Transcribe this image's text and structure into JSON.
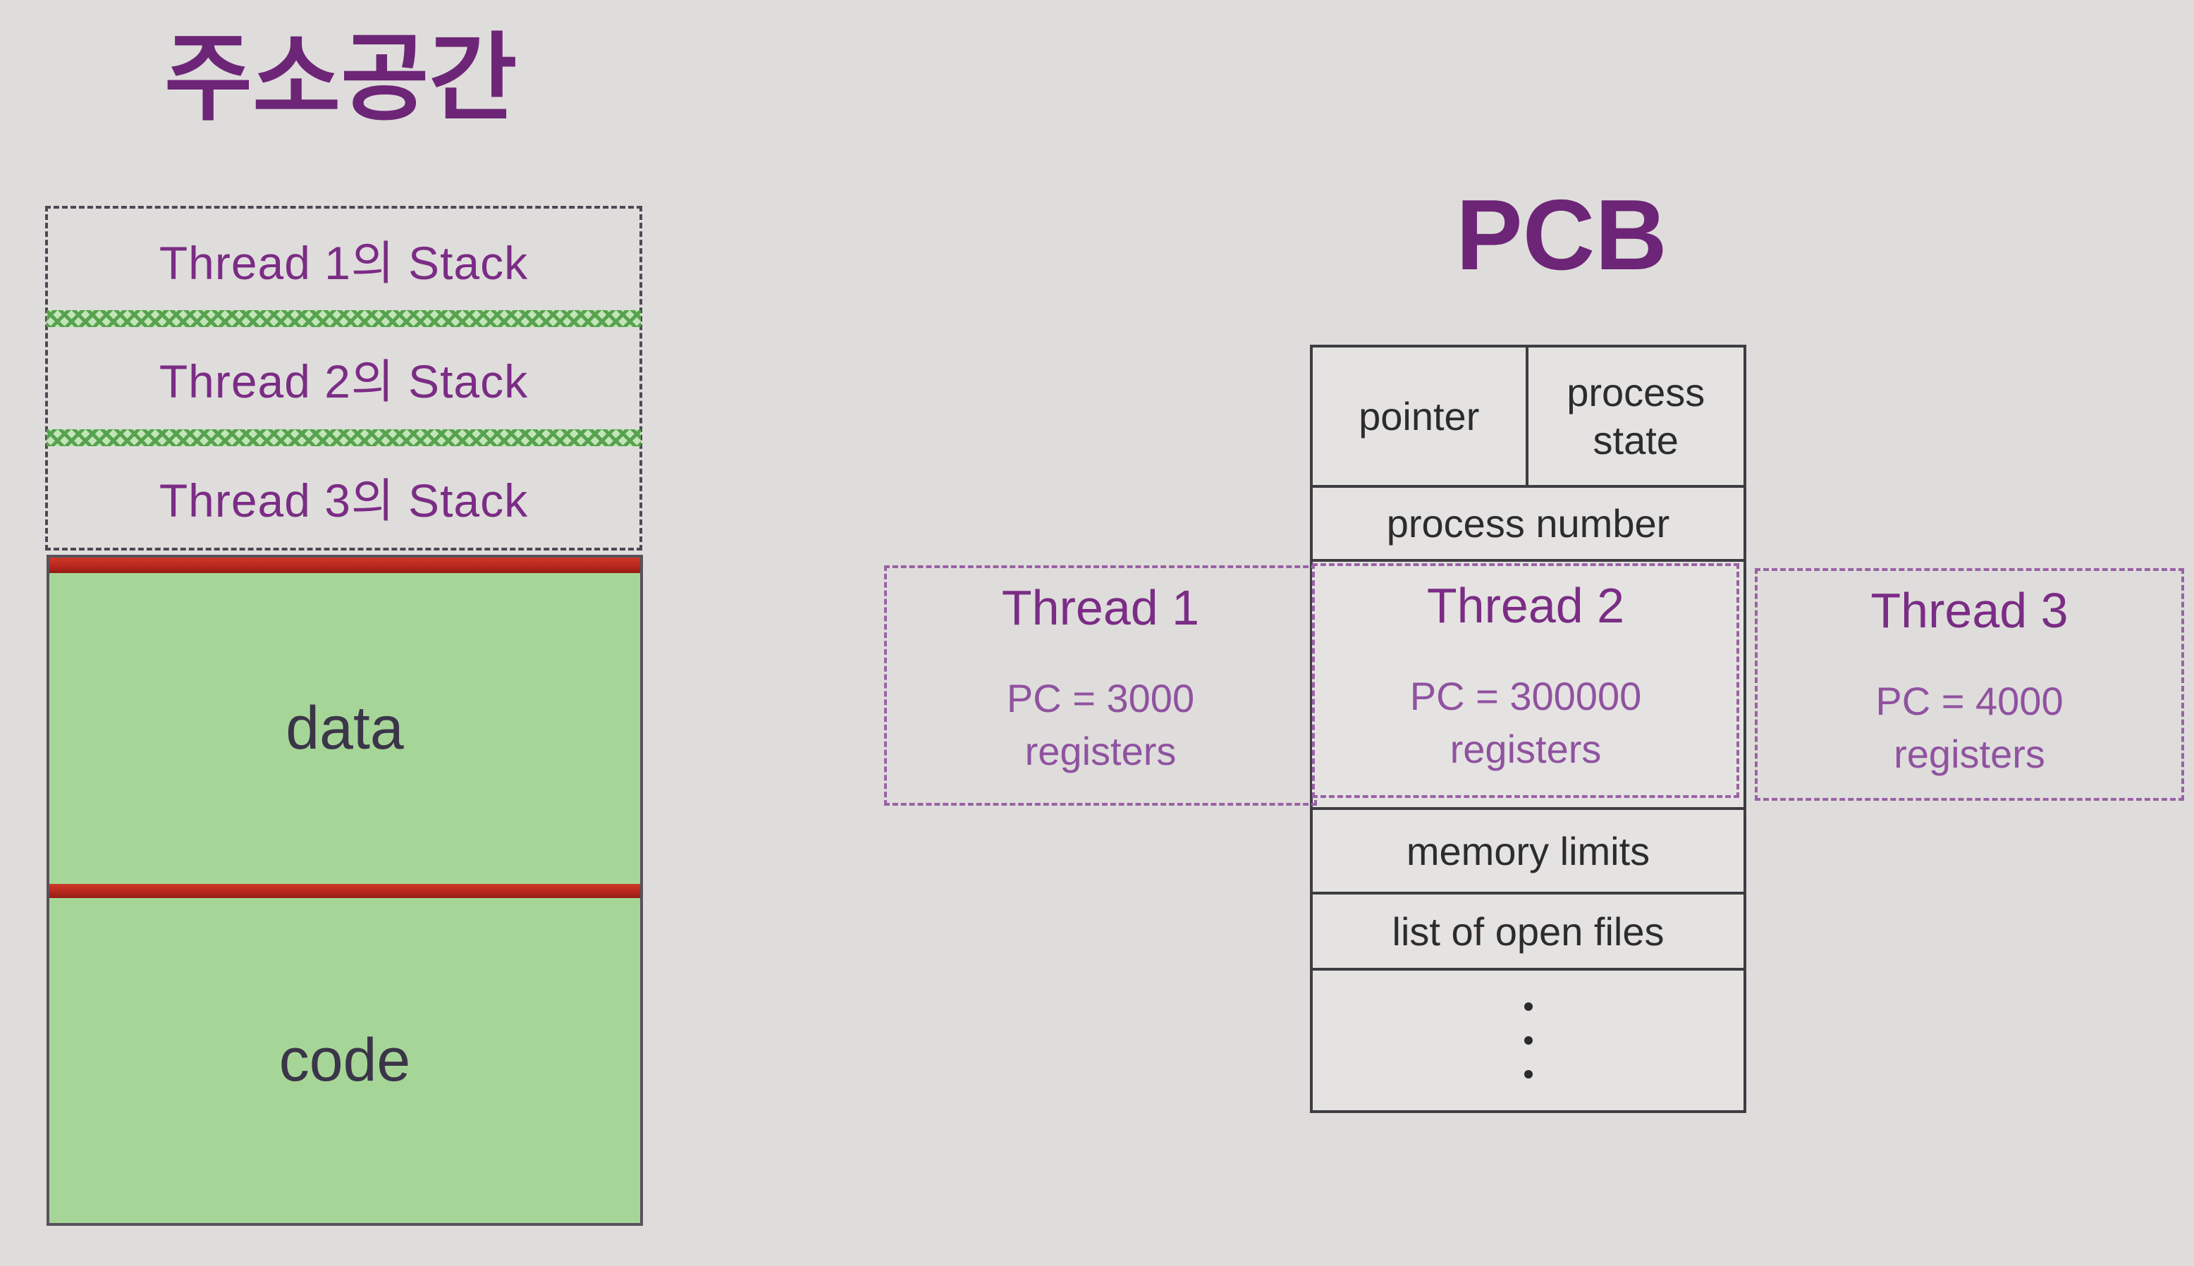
{
  "address_space": {
    "title": "주소공간",
    "stack_rows": [
      "Thread 1의 Stack",
      "Thread 2의 Stack",
      "Thread 3의 Stack"
    ],
    "sections": {
      "data": "data",
      "code": "code"
    }
  },
  "pcb": {
    "title": "PCB",
    "table": {
      "pointer": "pointer",
      "process_state": "process state",
      "process_number": "process number",
      "memory_limits": "memory limits",
      "list_of_open_files": "list of open files"
    },
    "threads": [
      {
        "name": "Thread 1",
        "pc": "PC = 3000",
        "registers": "registers"
      },
      {
        "name": "Thread 2",
        "pc": "PC = 300000",
        "registers": "registers"
      },
      {
        "name": "Thread 3",
        "pc": "PC = 4000",
        "registers": "registers"
      }
    ]
  },
  "colors": {
    "background": "#dedddb",
    "title_purple": "#6d2577",
    "label_purple": "#7b2c85",
    "pc_purple": "#9052a0",
    "dashed_purple": "#9a62a5",
    "stack_dash": "#4e4754",
    "green_fill": "#a6d697",
    "zigzag_light": "#c2e5b8",
    "zigzag_dark": "#57a24e",
    "red_bar": "#b7271d",
    "table_fill": "#e4e3e1",
    "table_border": "#3d3c41",
    "table_text": "#2c2c2e",
    "section_text": "#3b3549"
  }
}
